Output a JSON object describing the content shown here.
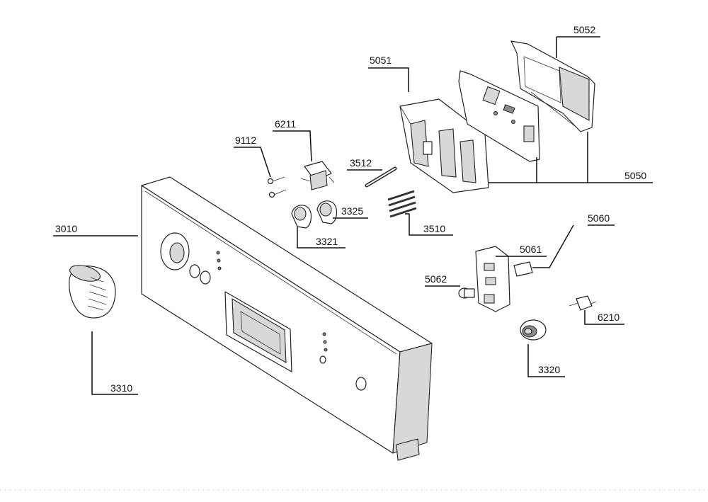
{
  "parts": [
    {
      "id": "3010",
      "label": "3010"
    },
    {
      "id": "3310",
      "label": "3310"
    },
    {
      "id": "9112",
      "label": "9112"
    },
    {
      "id": "6211",
      "label": "6211"
    },
    {
      "id": "3512",
      "label": "3512"
    },
    {
      "id": "3325",
      "label": "3325"
    },
    {
      "id": "3321",
      "label": "3321"
    },
    {
      "id": "3510",
      "label": "3510"
    },
    {
      "id": "5051",
      "label": "5051"
    },
    {
      "id": "5052",
      "label": "5052"
    },
    {
      "id": "5050",
      "label": "5050"
    },
    {
      "id": "5060",
      "label": "5060"
    },
    {
      "id": "5061",
      "label": "5061"
    },
    {
      "id": "5062",
      "label": "5062"
    },
    {
      "id": "6210",
      "label": "6210"
    },
    {
      "id": "3320",
      "label": "3320"
    }
  ]
}
